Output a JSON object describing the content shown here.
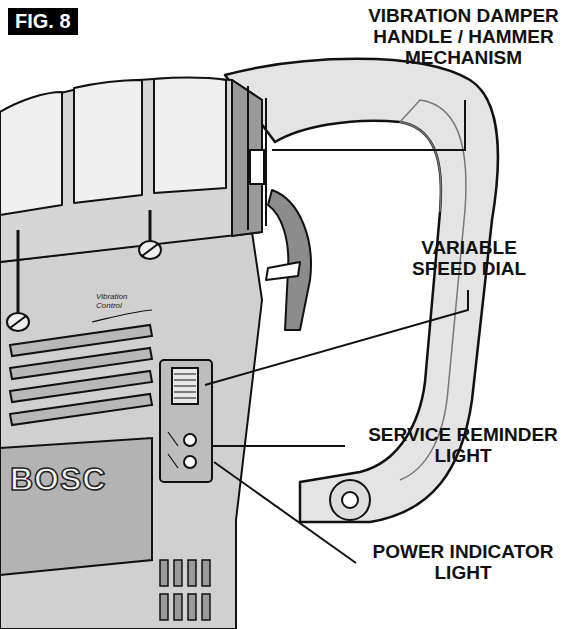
{
  "diagram": {
    "title": "FIG. 8",
    "labels": [
      "VIBRATION DAMPER HANDLE / HAMMER MECHANISM",
      "VARIABLE SPEED DIAL",
      "SERVICE REMINDER LIGHT",
      "POWER INDICATOR LIGHT",
      "Vibration Control",
      "BOSC"
    ]
  }
}
